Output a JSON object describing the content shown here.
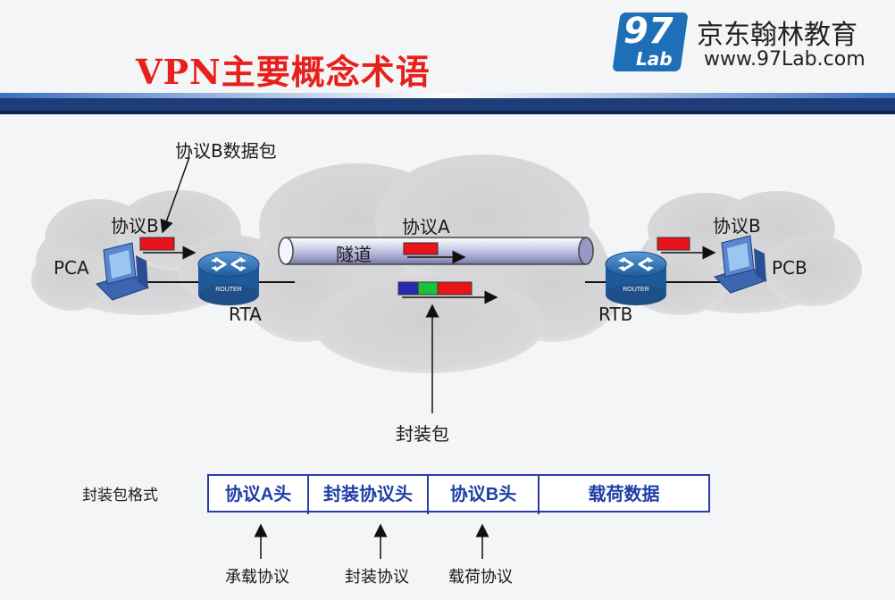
{
  "title": "VPN主要概念术语",
  "brand": {
    "logo_number": "97",
    "logo_text": "Lab",
    "name": "京东翰林教育",
    "url": "www.97Lab.com"
  },
  "diagram": {
    "packet_b_label": "协议B数据包",
    "cloud_left_label": "协议B",
    "cloud_middle_label": "协议A",
    "cloud_right_label": "协议B",
    "tunnel_label": "隧道",
    "host_left": "PCA",
    "host_right": "PCB",
    "router_left": "RTA",
    "router_right": "RTB",
    "router_badge": "ROUTER",
    "encap_packet_label": "封装包"
  },
  "format": {
    "label": "封装包格式",
    "cells": [
      "协议A头",
      "封装协议头",
      "协议B头",
      "载荷数据"
    ],
    "annotations": [
      "承载协议",
      "封装协议",
      "载荷协议"
    ]
  },
  "colors": {
    "title": "#e8201c",
    "packet_red": "#e8141a",
    "packet_green": "#19c23a",
    "packet_blue": "#2a2ab0",
    "cell_text": "#1f3ea6",
    "cell_border": "#2a3aa8",
    "header_band": "#1e3c78",
    "router": "#2f6fb0"
  },
  "icons": [
    "cloud-shape",
    "router-icon",
    "computer-icon",
    "tunnel-pipe",
    "arrow-right",
    "arrow-up"
  ]
}
